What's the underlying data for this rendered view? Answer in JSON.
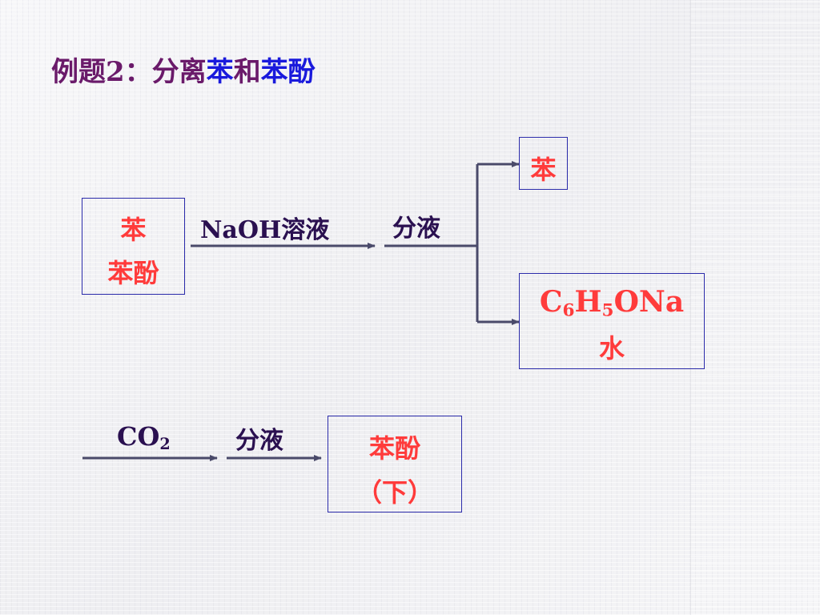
{
  "title": {
    "part1": "例题2：分离",
    "part2": "苯",
    "part3": "和",
    "part4": "苯酚"
  },
  "input_box": {
    "line1": "苯",
    "line2": "苯酚"
  },
  "step1": {
    "reagent": "NaOH溶液",
    "operation": "分液"
  },
  "upper_box": {
    "text": "苯"
  },
  "lower_box": {
    "formula_c": "C",
    "formula_c_sub": "6",
    "formula_h": "H",
    "formula_h_sub": "5",
    "formula_rest": "ONa",
    "line2": "水"
  },
  "step2": {
    "reagent_main": "CO",
    "reagent_sub": "2",
    "operation": "分液"
  },
  "result_box": {
    "line1": "苯酚",
    "line2": "（下）"
  },
  "colors": {
    "title": "#6a1a6a",
    "highlight": "#1a1adc",
    "box_text": "#ff3b3b",
    "box_border": "#2b2baa",
    "arrow": "#4a4a6a"
  }
}
